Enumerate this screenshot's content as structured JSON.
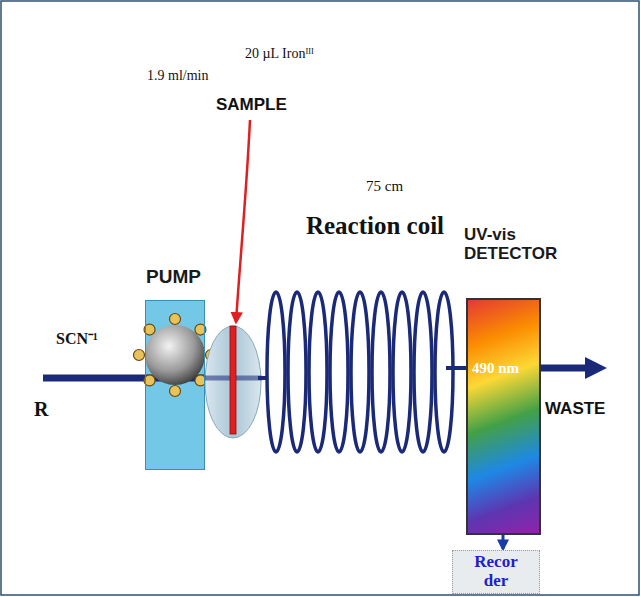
{
  "diagram": {
    "nodes": [
      {
        "text": [
          "PUMP"
        ]
      },
      {
        "text": [
          "UV-vis DETECTOR",
          "490 nm"
        ]
      },
      {
        "text": [
          "Recor der"
        ]
      }
    ],
    "edges": [
      {
        "from": 1,
        "to": 2,
        "arrow": "to"
      }
    ],
    "labels": [
      "20 µL Ironᴵᴵᴵ",
      "1.9 ml/min",
      "SAMPLE",
      "75 cm",
      "Reaction coil",
      "SCN⁻¹",
      "WASTE",
      "R"
    ]
  }
}
